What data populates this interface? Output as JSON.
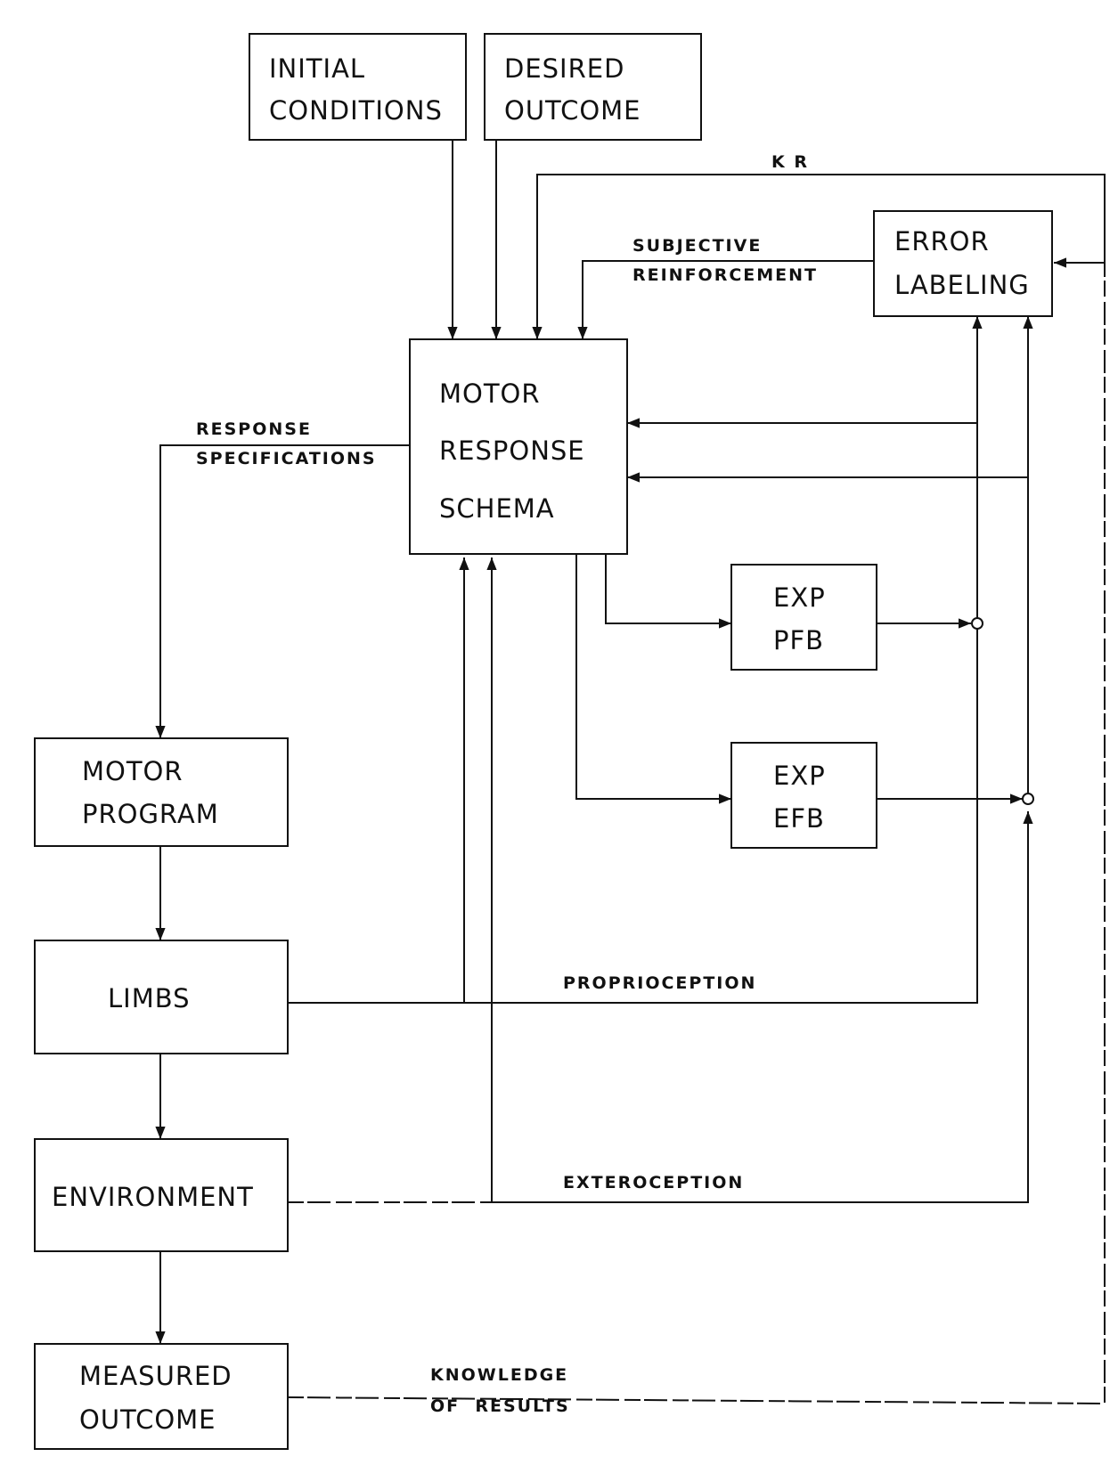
{
  "boxes": {
    "initial_conditions": [
      "INITIAL",
      "CONDITIONS"
    ],
    "desired_outcome": [
      "DESIRED",
      "OUTCOME"
    ],
    "error_labeling": [
      "ERROR",
      "LABELING"
    ],
    "motor_response_schema": [
      "MOTOR",
      "RESPONSE",
      "SCHEMA"
    ],
    "exp_pfb": [
      "EXP",
      "PFB"
    ],
    "exp_efb": [
      "EXP",
      "EFB"
    ],
    "motor_program": [
      "MOTOR",
      "PROGRAM"
    ],
    "limbs": [
      "LIMBS"
    ],
    "environment": [
      "ENVIRONMENT"
    ],
    "measured_outcome": [
      "MEASURED",
      "OUTCOME"
    ]
  },
  "labels": {
    "kr": "K R",
    "subjective_reinforcement": [
      "SUBJECTIVE",
      "REINFORCEMENT"
    ],
    "response_specifications": [
      "RESPONSE",
      "SPECIFICATIONS"
    ],
    "proprioception": "PROPRIOCEPTION",
    "exteroception": "EXTEROCEPTION",
    "knowledge_of_results": [
      "KNOWLEDGE",
      "OF  RESULTS"
    ]
  },
  "colors": {
    "ink": "#111111",
    "paper": "#ffffff"
  }
}
